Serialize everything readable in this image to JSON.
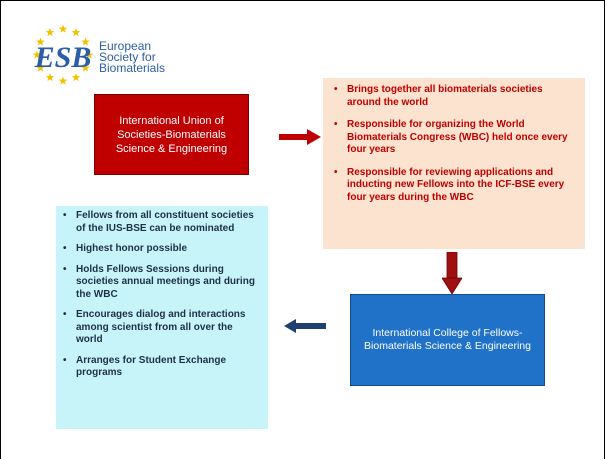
{
  "logo": {
    "mark": "ESB",
    "text": "European\nSociety for\nBiomaterials"
  },
  "ius_box": {
    "label": "International Union of Societies-Biomaterials Science & Engineering"
  },
  "ius_bullets": [
    "Brings together all biomaterials societies around the world",
    "Responsible for organizing the World Biomaterials Congress (WBC) held once every four years",
    "Responsible for reviewing applications and inducting new Fellows into the ICF-BSE every four years during the WBC"
  ],
  "icf_box": {
    "label": "International College of Fellows-Biomaterials Science & Engineering"
  },
  "icf_bullets": [
    "Fellows from all constituent societies of the IUS-BSE can be nominated",
    "Highest honor possible",
    "Holds Fellows Sessions during societies annual meetings and during the WBC",
    "Encourages dialog and interactions among scientist from all over the world",
    "Arranges for Student Exchange programs"
  ],
  "colors": {
    "red": "#c00000",
    "peach": "#fbe3cf",
    "cyan": "#c7f4f9",
    "blue": "#1f72c7",
    "navy_arrow": "#1f3f6e",
    "logo_blue": "#2b5ea7",
    "star_yellow": "#f2c200"
  }
}
